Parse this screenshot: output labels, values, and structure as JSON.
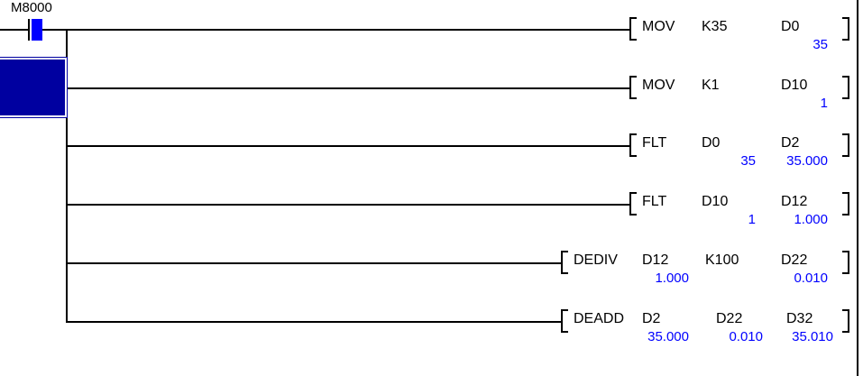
{
  "diagram": {
    "type": "plc-ladder-logic",
    "contact": {
      "name": "M8000",
      "symbol": "normally-open-contact-energized",
      "color": "#0000ff"
    },
    "selection": {
      "color": "#0000a0",
      "border_color": "#ffffff"
    },
    "monitor_color": "#0000ff",
    "wire_color": "#000000",
    "rungs": [
      {
        "instruction": "MOV",
        "bracket_open": "[",
        "bracket_close": "]",
        "operands": [
          {
            "text": "K35",
            "value": ""
          },
          {
            "text": "D0",
            "value": "35"
          }
        ]
      },
      {
        "instruction": "MOV",
        "bracket_open": "[",
        "bracket_close": "]",
        "operands": [
          {
            "text": "K1",
            "value": ""
          },
          {
            "text": "D10",
            "value": "1"
          }
        ]
      },
      {
        "instruction": "FLT",
        "bracket_open": "[",
        "bracket_close": "]",
        "operands": [
          {
            "text": "D0",
            "value": "35"
          },
          {
            "text": "D2",
            "value": "35.000"
          }
        ]
      },
      {
        "instruction": "FLT",
        "bracket_open": "[",
        "bracket_close": "]",
        "operands": [
          {
            "text": "D10",
            "value": "1"
          },
          {
            "text": "D12",
            "value": "1.000"
          }
        ]
      },
      {
        "instruction": "DEDIV",
        "bracket_open": "[",
        "bracket_close": "]",
        "operands": [
          {
            "text": "D12",
            "value": "1.000"
          },
          {
            "text": "K100",
            "value": ""
          },
          {
            "text": "D22",
            "value": "0.010"
          }
        ]
      },
      {
        "instruction": "DEADD",
        "bracket_open": "[",
        "bracket_close": "]",
        "operands": [
          {
            "text": "D2",
            "value": "35.000"
          },
          {
            "text": "D22",
            "value": "0.010"
          },
          {
            "text": "D32",
            "value": "35.010"
          }
        ]
      }
    ]
  }
}
